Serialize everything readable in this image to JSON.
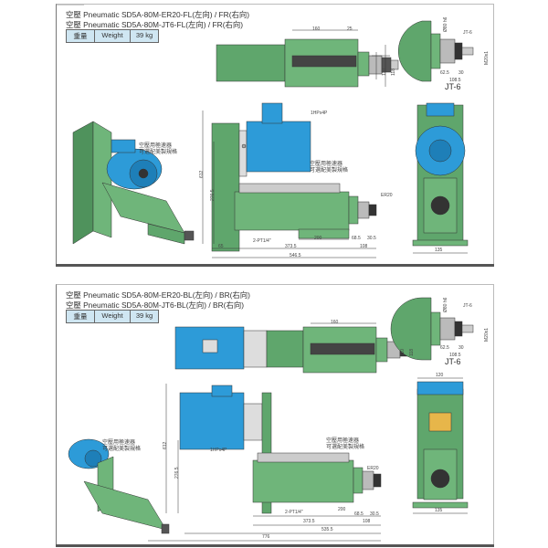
{
  "panels": [
    {
      "title_line1": "空壓 Pneumatic SD5A-80M-ER20-FL(左向) / FR(右向)",
      "title_line2": "空壓 Pneumatic SD5A-80M-JT6-FL(左向) / FR(右向)",
      "weight_label_zh": "重量",
      "weight_label_en": "Weight",
      "weight_value": "39 kg",
      "motor_label": "1HPx4P",
      "note_line1": "空壓用極速器",
      "note_line2": "可選配美製規格",
      "collet_label": "ER20",
      "jt_label": "JT-6",
      "port_label": "2-PT1/4\"",
      "dims": {
        "d160": "160",
        "d25": "25",
        "d110": "110",
        "d118": "118",
        "d612": "612",
        "d276": "276.5",
        "d200": "200",
        "d68": "68.5",
        "d30": "30.5",
        "d65": "65",
        "d373": "373.5",
        "d108": "108",
        "d546": "546.5",
        "d135": "135",
        "jt_dia": "Ø80 h6",
        "jt_thread": "M20x1",
        "jt_62": "62.5",
        "jt_30": "30",
        "jt_108": "108.5",
        "jt_small": "JT-6"
      }
    },
    {
      "title_line1": "空壓 Pneumatic SD5A-80M-ER20-BL(左向) / BR(右向)",
      "title_line2": "空壓 Pneumatic SD5A-80M-JT6-BL(左向) / BR(右向)",
      "weight_label_zh": "重量",
      "weight_label_en": "Weight",
      "weight_value": "39 kg",
      "motor_label": "1HPx4P",
      "note_line1": "空壓用極速器",
      "note_line2": "可選配美製規格",
      "collet_label": "ER20",
      "jt_label": "JT-6",
      "port_label": "2-PT1/4\"",
      "dims": {
        "d160": "160",
        "d110": "110",
        "d118": "118",
        "d612": "612",
        "d276": "276.5",
        "d200": "200",
        "d68": "68.5",
        "d30": "30.5",
        "d373": "373.5",
        "d108": "108",
        "d535": "535.5",
        "d776": "776",
        "d120": "120",
        "d135": "135",
        "jt_dia": "Ø80 h6",
        "jt_thread": "M20x1",
        "jt_62": "62.5",
        "jt_30": "30",
        "jt_108": "108.5",
        "jt_small": "JT-6"
      }
    }
  ],
  "colors": {
    "body_green": "#5fa66c",
    "motor_blue": "#2d9bd8",
    "table_header": "#cfe6f2"
  }
}
